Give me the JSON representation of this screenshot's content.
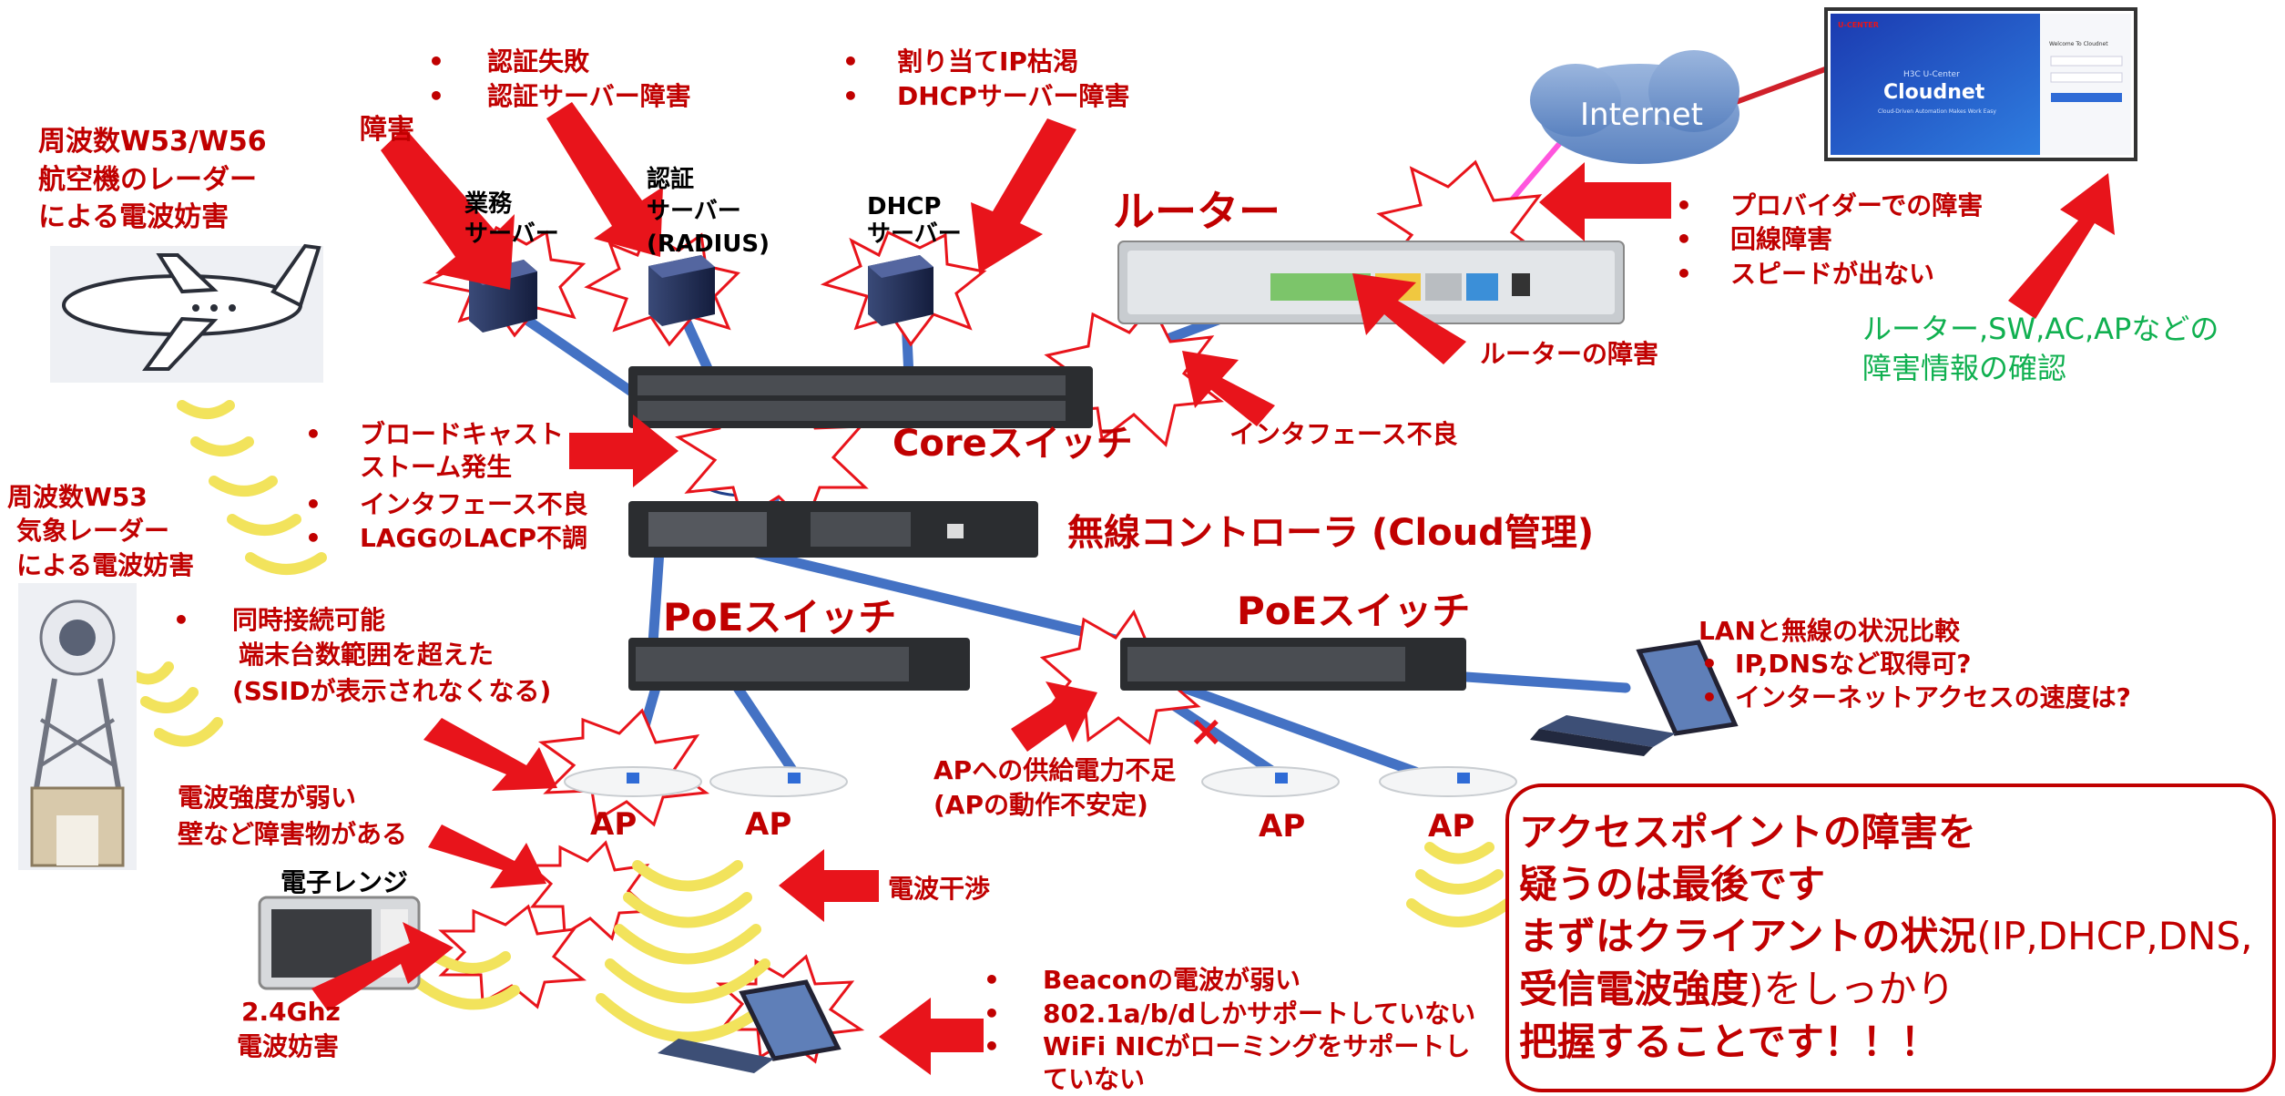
{
  "colors": {
    "accent_red": "#c00000",
    "arrow_red": "#e8141b",
    "link_blue": "#4472c4",
    "check_green": "#10b050",
    "wave_yellow": "#f2e35c"
  },
  "devices": {
    "business_server": [
      "業務",
      "サーバー"
    ],
    "auth_server": [
      "認証",
      "サーバー",
      "(RADIUS)"
    ],
    "dhcp_server": [
      "DHCP",
      "サーバー"
    ],
    "router": "ルーター",
    "core_switch": "Coreスイッチ",
    "wireless_controller": "無線コントローラ (Cloud管理)",
    "poe_switch_left": "PoEスイッチ",
    "poe_switch_right": "PoEスイッチ",
    "internet": "Internet",
    "ap_labels": [
      "AP",
      "AP",
      "AP",
      "AP"
    ],
    "microwave": "電子レンジ",
    "cloud_console": {
      "brand": "U-CENTER",
      "subtitle": "H3C U-Center",
      "title": "Cloudnet",
      "tagline": "Cloud-Driven Automation Makes Work Easy",
      "login_title": "Welcome To Cloudnet"
    }
  },
  "notes": {
    "radar_aircraft": [
      "周波数W53/W56",
      "航空機のレーダー",
      "による電波妨害"
    ],
    "failure": "障害",
    "auth_failure": [
      "認証失敗",
      "認証サーバー障害"
    ],
    "dhcp_issue": [
      "割り当てIP枯渇",
      "DHCPサーバー障害"
    ],
    "provider_issue": [
      "プロバイダーでの障害",
      "回線障害",
      "スピードが出ない"
    ],
    "router_failure": "ルーターの障害",
    "status_check": [
      "ルーター,SW,AC,APなどの",
      "障害情報の確認"
    ],
    "interface_fault": "インタフェース不良",
    "core_issues": [
      "ブロードキャスト",
      "ストーム発生",
      "インタフェース不良",
      "LAGGのLACP不調"
    ],
    "radar_weather": [
      "周波数W53",
      "気象レーダー",
      "による電波妨害"
    ],
    "connection_limit": [
      "同時接続可能",
      "端末台数範囲を超えた",
      "(SSIDが表示されなくなる)"
    ],
    "weak_signal": [
      "電波強度が弱い",
      "壁など障害物がある"
    ],
    "interference": "電波干渉",
    "microwave_interference": [
      "2.4Ghz",
      "電波妨害"
    ],
    "poe_power": [
      "APへの供給電力不足",
      "(APの動作不安定)"
    ],
    "lan_compare": [
      "LANと無線の状況比較",
      "IP,DNSなど取得可?",
      "インターネットアクセスの速度は?"
    ],
    "client_issues": [
      "Beaconの電波が弱い",
      "802.1a/b/dしかサポートしていない",
      "WiFi NICがローミングをサポートし",
      "ていない"
    ],
    "conclusion": [
      "アクセスポイントの障害を",
      "疑うのは最後です",
      "まずはクライアントの状況",
      "(IP,DHCP,DNS,",
      "受信電波強度",
      ")をしっかり",
      "把握することです！！！"
    ]
  }
}
